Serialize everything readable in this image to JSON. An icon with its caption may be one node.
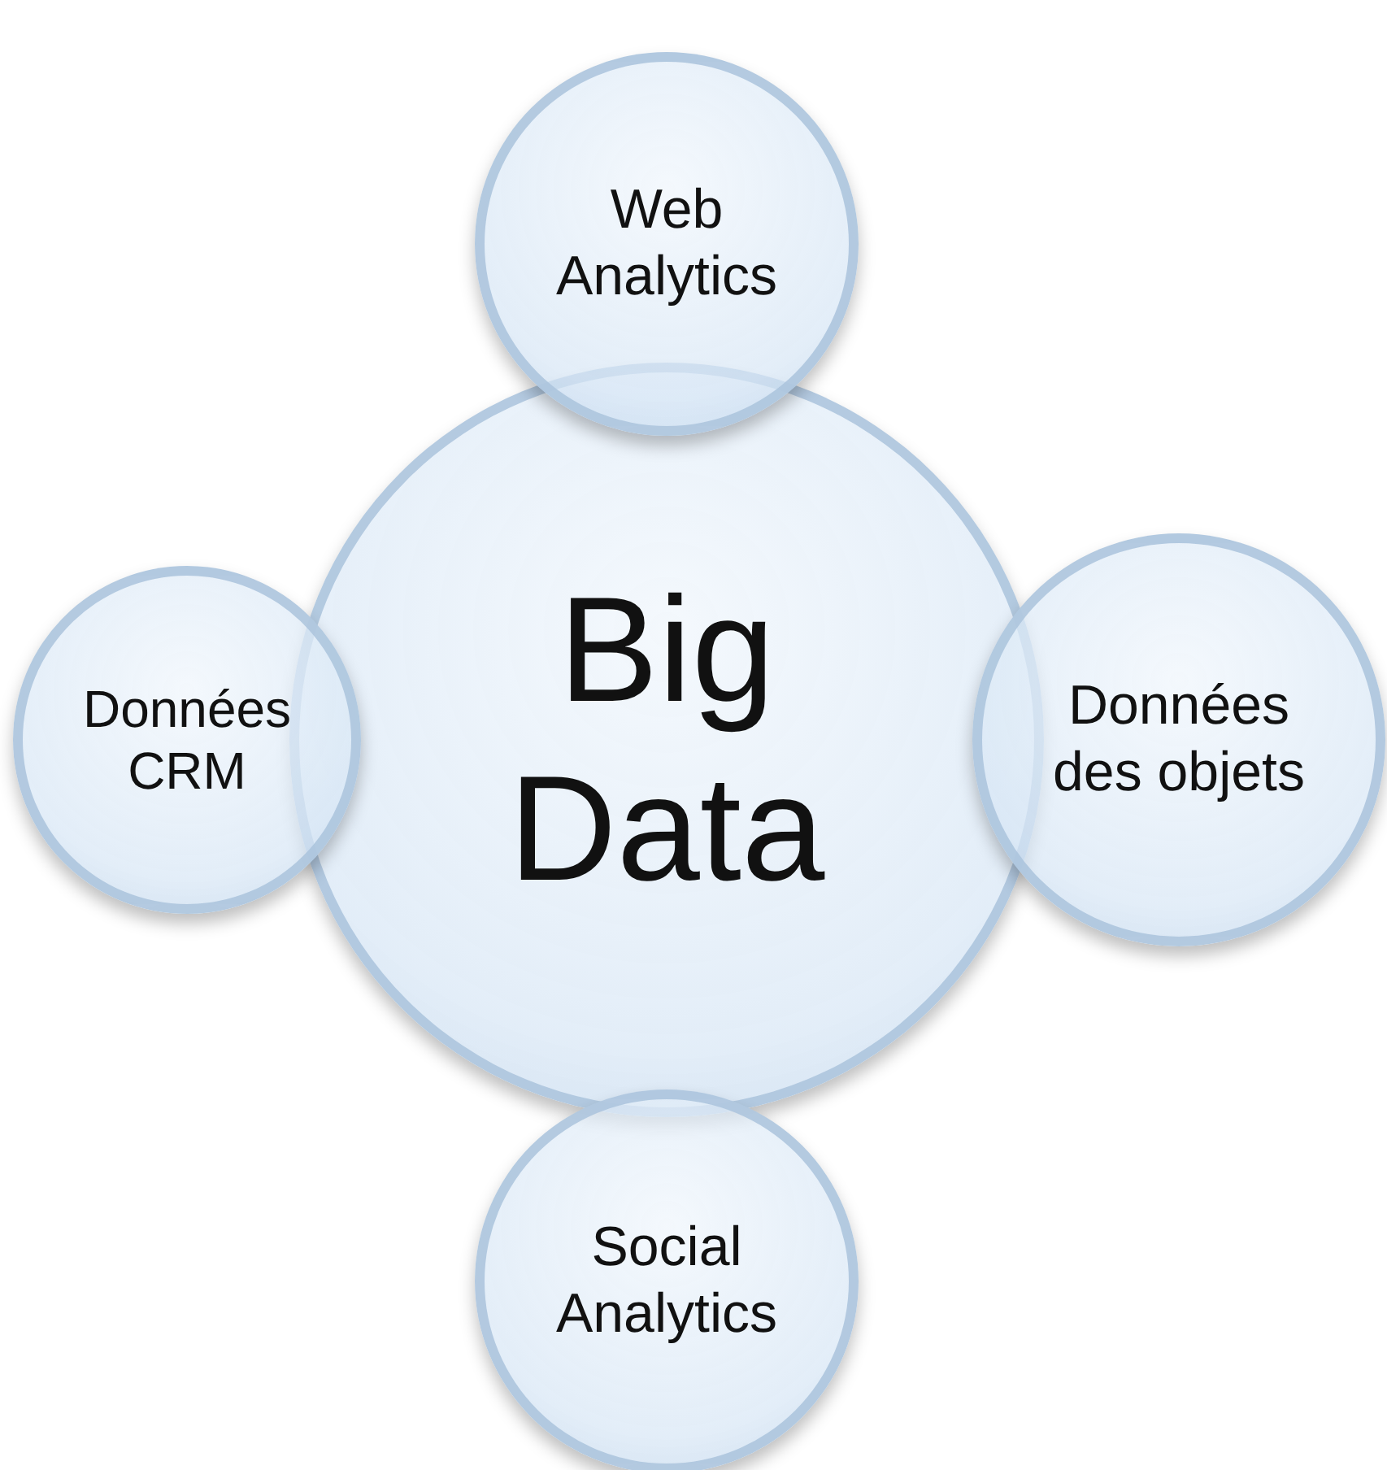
{
  "diagram": {
    "nodes": [
      {
        "text": [
          "Web Analytics"
        ]
      },
      {
        "text": [
          "Données CRM"
        ]
      },
      {
        "text": [
          "Big Data"
        ]
      },
      {
        "text": [
          "Données des objets"
        ]
      },
      {
        "text": [
          "Social Analytics"
        ]
      }
    ]
  }
}
